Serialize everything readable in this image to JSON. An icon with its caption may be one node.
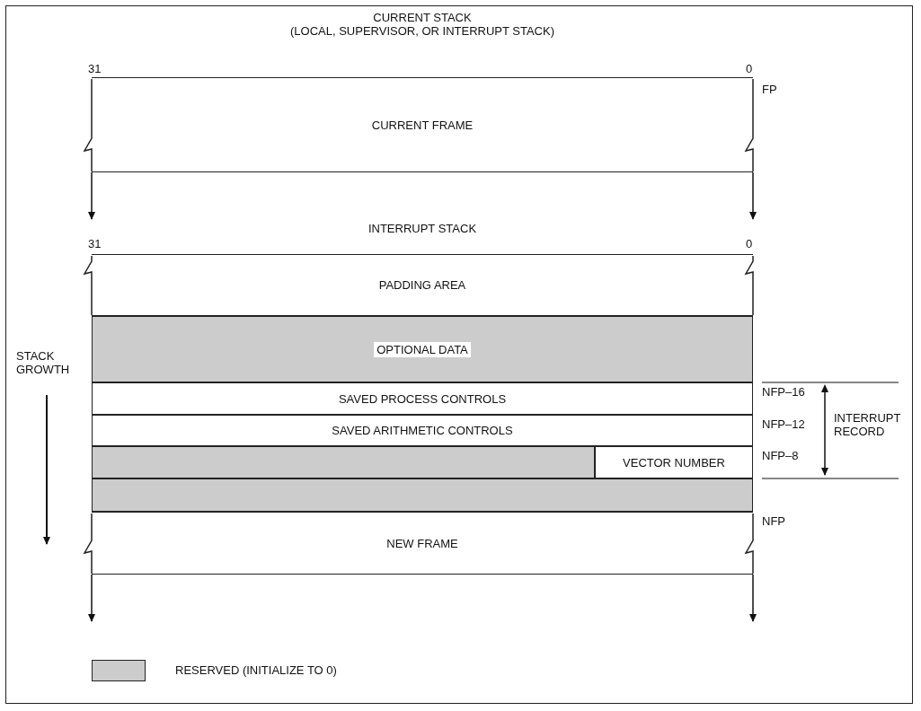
{
  "diagram": {
    "nodes": [
      {
        "text": [
          "CURRENT FRAME"
        ]
      },
      {
        "text": [
          "PADDING AREA"
        ]
      },
      {
        "text": [
          "OPTIONAL DATA"
        ]
      },
      {
        "text": [
          "SAVED PROCESS CONTROLS"
        ]
      },
      {
        "text": [
          "SAVED ARITHMETIC CONTROLS"
        ]
      },
      {
        "text": [],
        "shape": "bar"
      },
      {
        "text": [
          "VECTOR NUMBER"
        ]
      },
      {
        "text": [],
        "shape": "bar"
      },
      {
        "text": [
          "NEW FRAME"
        ]
      }
    ],
    "edges": [
      {
        "from": 0,
        "to": null,
        "arrow": "to"
      },
      {
        "from": 0,
        "to": null,
        "arrow": "to"
      },
      {
        "from": 8,
        "to": null,
        "arrow": "to"
      },
      {
        "from": 8,
        "to": null,
        "arrow": "to"
      }
    ],
    "labels": [
      "CURRENT STACK",
      "(LOCAL, SUPERVISOR, OR INTERRUPT STACK)",
      "31",
      "0",
      "FP",
      "INTERRUPT STACK",
      "31",
      "0",
      "STACK GROWTH",
      "NFP–16",
      "NFP–12",
      "INTERRUPT RECORD",
      "NFP–8",
      "NFP"
    ],
    "legend": [
      {
        "text": "RESERVED (INITIALIZE TO 0)",
        "color": "#cccccc"
      }
    ]
  }
}
